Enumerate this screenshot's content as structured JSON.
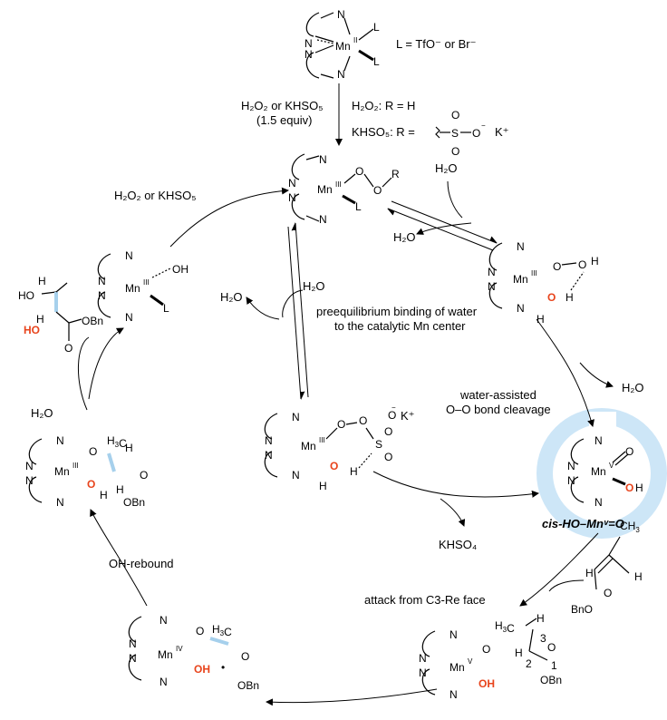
{
  "colors": {
    "oxygen_highlight": "#e8441c",
    "active_species_halo": "#cde6f7",
    "arrow": "#000000",
    "stereo_highlight": "#a6d0ec"
  },
  "text": {
    "ligand_def": "L = TfO⁻ or Br⁻",
    "oxidant_main": "H₂O₂ or KHSO₅",
    "oxidant_equiv": "(1.5 equiv)",
    "r_h2o2": "H₂O₂: R = H",
    "r_khso5_prefix": "KHSO₅: R =",
    "r_khso5_k": "K⁺",
    "h2o2_recycle": "H₂O₂ or KHSO₅",
    "preequilibrium_1": "preequilibrium binding of water",
    "preequilibrium_2": "to the catalytic Mn center",
    "water_assisted_1": "water-assisted",
    "water_assisted_2": "O–O bond cleavage",
    "h2o_out_right": "H₂O",
    "active_species": "cis-HO–Mnᵛ=O",
    "khso4": "KHSO₄",
    "attack": "attack from C3-Re face",
    "oh_rebound": "OH-rebound",
    "h2o_release": "H₂O",
    "h2o_in_left": "H₂O",
    "h2o_out_left": "H₂O",
    "h2o_top_in": "H₂O",
    "h2o_top_out": "H₂O",
    "bno": "BnO",
    "obn": "OBn"
  }
}
